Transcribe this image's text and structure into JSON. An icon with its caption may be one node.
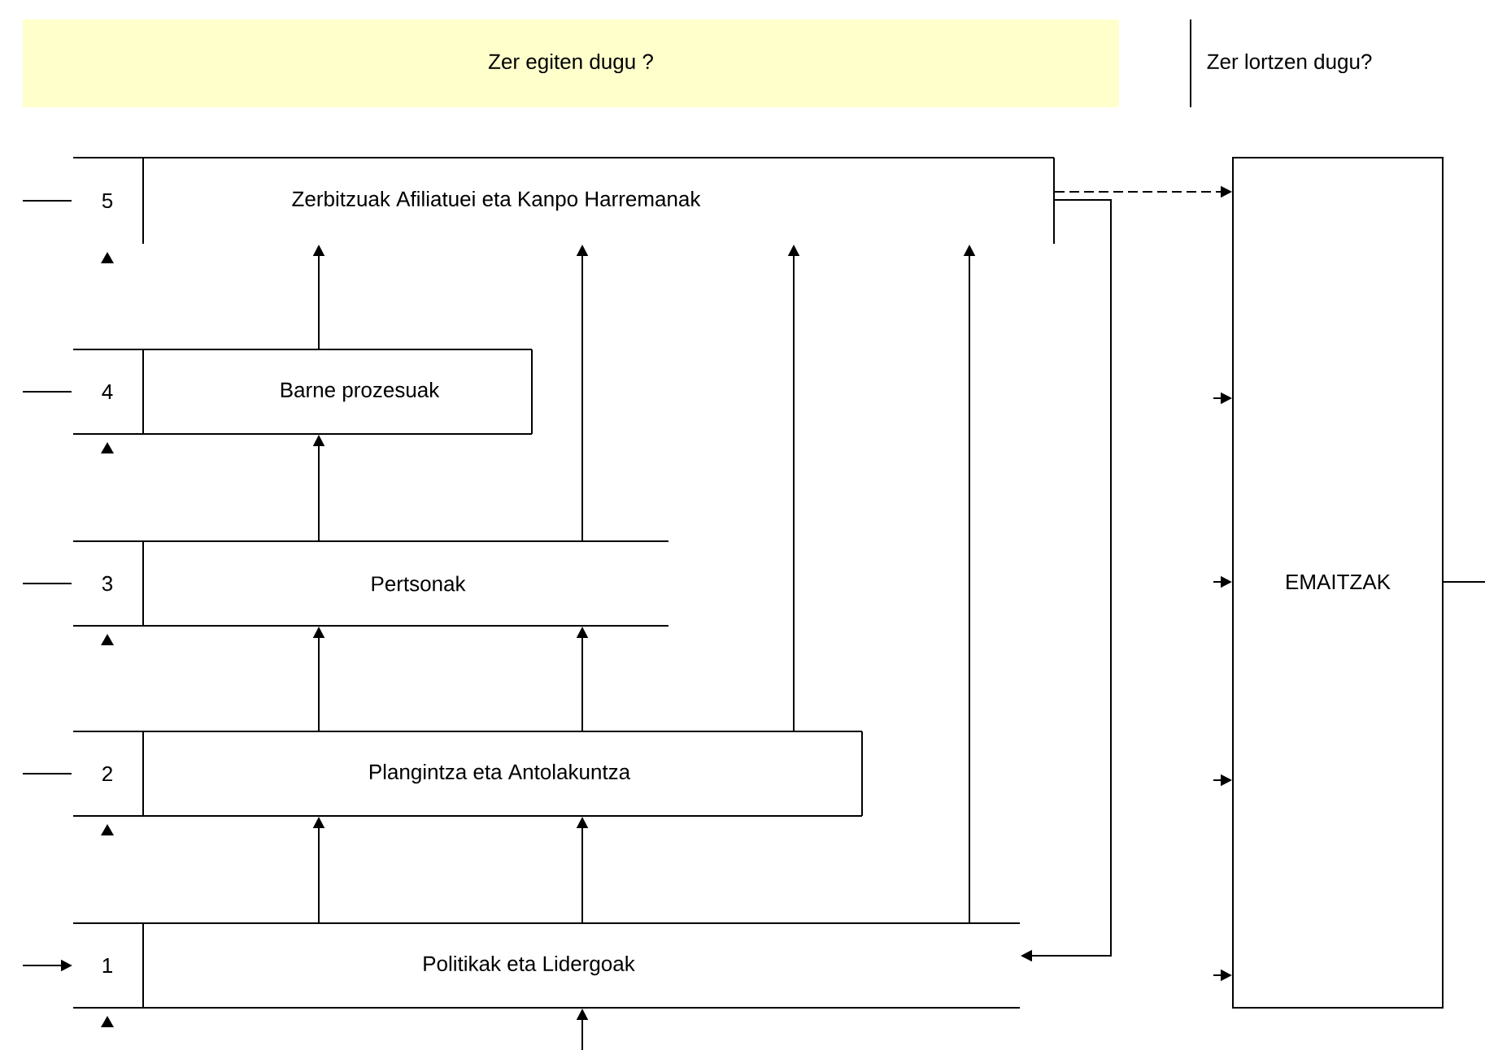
{
  "diagram": {
    "nodes": [
      {
        "text": [
          "Zer egiten dugu ?"
        ]
      },
      {
        "text": [
          "5",
          "Zerbitzuak Afiliatuei eta Kanpo Harremanak"
        ]
      },
      {
        "text": [
          "4",
          "Barne prozesuak"
        ]
      },
      {
        "text": [
          "3",
          "Pertsonak"
        ]
      },
      {
        "text": [
          "2",
          "Plangintza eta Antolakuntza"
        ]
      },
      {
        "text": [
          "1",
          "Politikak eta Lidergoak"
        ]
      },
      {
        "text": [
          "EMAITZAK"
        ]
      }
    ],
    "edges": [
      {
        "from": 2,
        "to": 1,
        "arrow": "to"
      },
      {
        "from": 3,
        "to": 2,
        "arrow": "to"
      },
      {
        "from": 3,
        "to": 1,
        "arrow": "to"
      },
      {
        "from": 4,
        "to": 3,
        "arrow": "to"
      },
      {
        "from": 4,
        "to": 3,
        "arrow": "to"
      },
      {
        "from": 4,
        "to": 1,
        "arrow": "to"
      },
      {
        "from": 5,
        "to": 4,
        "arrow": "to"
      },
      {
        "from": 5,
        "to": 4,
        "arrow": "to"
      },
      {
        "from": 5,
        "to": 1,
        "arrow": "to"
      },
      {
        "from": 1,
        "to": 5,
        "arrow": "to"
      },
      {
        "from": 1,
        "to": 6,
        "arrow": "to",
        "style": "dashed"
      },
      {
        "from": null,
        "to": 6,
        "arrow": "to"
      },
      {
        "from": null,
        "to": 6,
        "arrow": "to"
      },
      {
        "from": null,
        "to": 6,
        "arrow": "to"
      },
      {
        "from": null,
        "to": 6,
        "arrow": "to"
      },
      {
        "from": null,
        "to": 5,
        "arrow": "to"
      },
      {
        "from": null,
        "to": 5,
        "arrow": "to"
      }
    ],
    "labels": [
      "Zer lortzen dugu?"
    ]
  }
}
